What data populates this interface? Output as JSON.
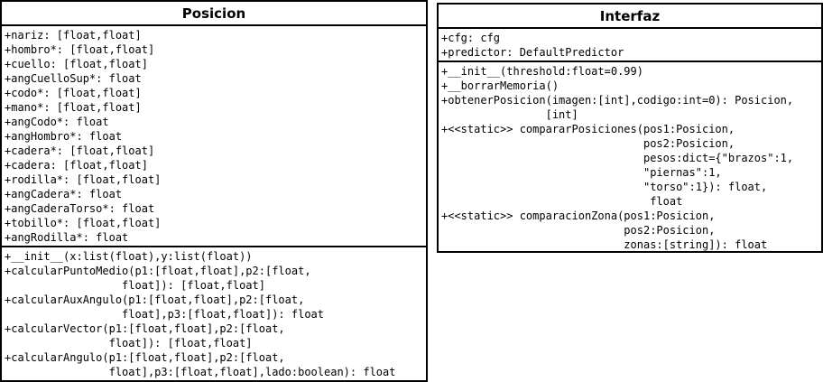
{
  "classes": [
    {
      "name": "Posicion",
      "attributes": [
        "+nariz: [float,float]",
        "+hombro*: [float,float]",
        "+cuello: [float,float]",
        "+angCuelloSup*: float",
        "+codo*: [float,float]",
        "+mano*: [float,float]",
        "+angCodo*: float",
        "+angHombro*: float",
        "+cadera*: [float,float]",
        "+cadera: [float,float]",
        "+rodilla*: [float,float]",
        "+angCadera*: float",
        "+angCaderaTorso*: float",
        "+tobillo*: [float,float]",
        "+angRodilla*: float"
      ],
      "methods": [
        "+__init__(x:list(float),y:list(float))",
        "+calcularPuntoMedio(p1:[float,float],p2:[float,",
        "                  float]): [float,float]",
        "+calcularAuxAngulo(p1:[float,float],p2:[float,",
        "                  float],p3:[float,float]): float",
        "+calcularVector(p1:[float,float],p2:[float,",
        "                float]): [float,float]",
        "+calcularAngulo(p1:[float,float],p2:[float,",
        "                float],p3:[float,float],lado:boolean): float"
      ]
    },
    {
      "name": "Interfaz",
      "attributes": [
        "+cfg: cfg",
        "+predictor: DefaultPredictor"
      ],
      "methods": [
        "+__init__(threshold:float=0.99)",
        "+__borrarMemoria()",
        "+obtenerPosicion(imagen:[int],codigo:int=0): Posicion,",
        "                [int]",
        "+<<static>> compararPosiciones(pos1:Posicion,",
        "                               pos2:Posicion,",
        "                               pesos:dict={\"brazos\":1,",
        "                               \"piernas\":1,",
        "                               \"torso\":1}): float,",
        "                                float",
        "+<<static>> comparacionZona(pos1:Posicion,",
        "                            pos2:Posicion,",
        "                            zonas:[string]): float"
      ]
    }
  ]
}
